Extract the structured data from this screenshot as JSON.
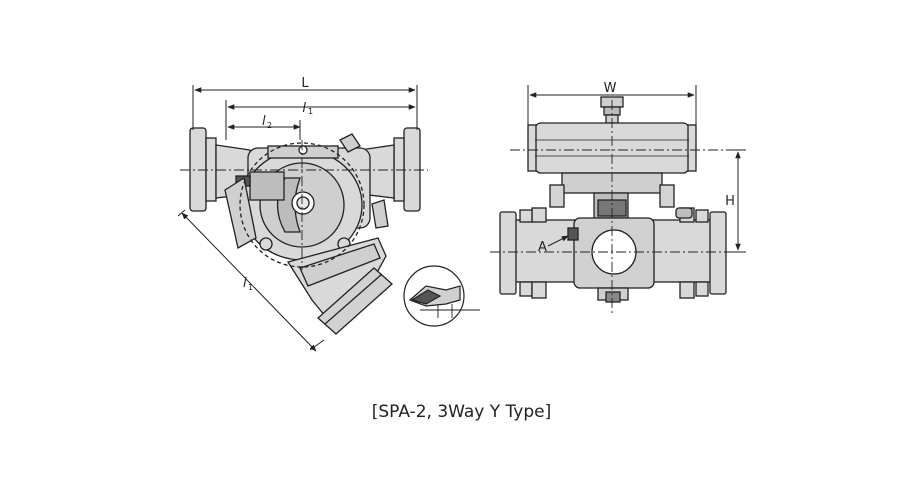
{
  "labels": {
    "L": "L",
    "l1_main": "l",
    "l1_sub": "1",
    "l2_main": "l",
    "l2_sub": "2",
    "l1_diag_main": "l",
    "l1_diag_sub": "1",
    "W": "W",
    "H": "H",
    "A": "A"
  },
  "caption": "[SPA-2, 3Way Y Type]",
  "colors": {
    "fill": "#d9d9d9",
    "line": "#222222",
    "dark": "#555555"
  }
}
